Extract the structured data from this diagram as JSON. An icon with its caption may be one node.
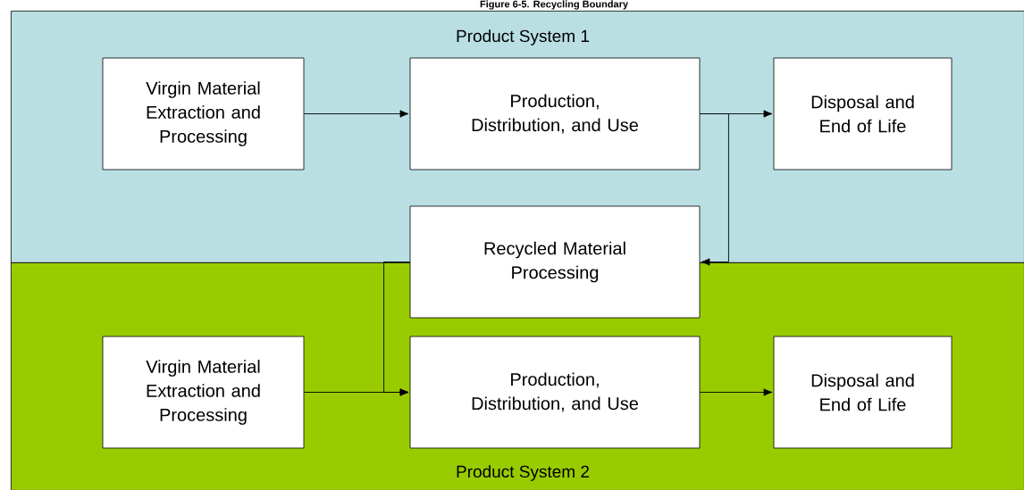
{
  "diagram": {
    "title": "Figure 6-5. Recycling Boundary",
    "nodes": [
      {
        "text": [
          "Product System 1"
        ]
      },
      {
        "text": [
          "Virgin Material Extraction and Processing"
        ],
        "in": 0
      },
      {
        "text": [
          "Production, Distribution, and Use"
        ],
        "in": 0
      },
      {
        "text": [
          "Disposal and End of Life"
        ],
        "in": 0
      },
      {
        "text": [
          "Recycled Material Processing"
        ]
      },
      {
        "text": [
          "Product System 2"
        ]
      },
      {
        "text": [
          "Virgin Material Extraction and Processing"
        ],
        "in": 5
      },
      {
        "text": [
          "Production, Distribution, and Use"
        ],
        "in": 5
      },
      {
        "text": [
          "Disposal and End of Life"
        ],
        "in": 5
      }
    ],
    "edges": [
      {
        "from": 1,
        "to": 2,
        "arrow": "to"
      },
      {
        "from": 2,
        "to": 3,
        "arrow": "to"
      },
      {
        "from": 2,
        "to": 4,
        "arrow": "to"
      },
      {
        "from": 6,
        "to": 7,
        "arrow": "to"
      },
      {
        "from": 4,
        "to": 7,
        "arrow": "to"
      },
      {
        "from": 7,
        "to": 8,
        "arrow": "to"
      }
    ]
  }
}
